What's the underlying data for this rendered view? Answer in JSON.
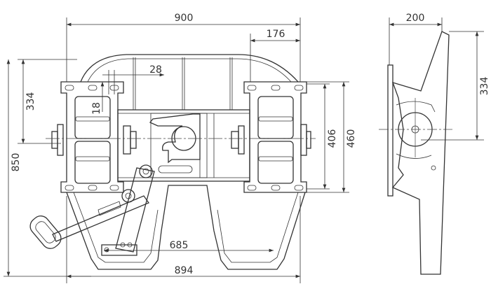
{
  "title": "Fifth wheel coupling dimension drawing",
  "dimensions": {
    "overall_width": "900",
    "side_depth": "200",
    "plate_offset": "176",
    "slot_pitch": "28",
    "left_height": "334",
    "slot_height": "18",
    "overall_height": "850",
    "roller_span": "406",
    "plate_span": "460",
    "side_height": "334",
    "base_inner": "685",
    "base_outer": "894"
  },
  "colors": {
    "line": "#333333",
    "background": "#ffffff"
  }
}
